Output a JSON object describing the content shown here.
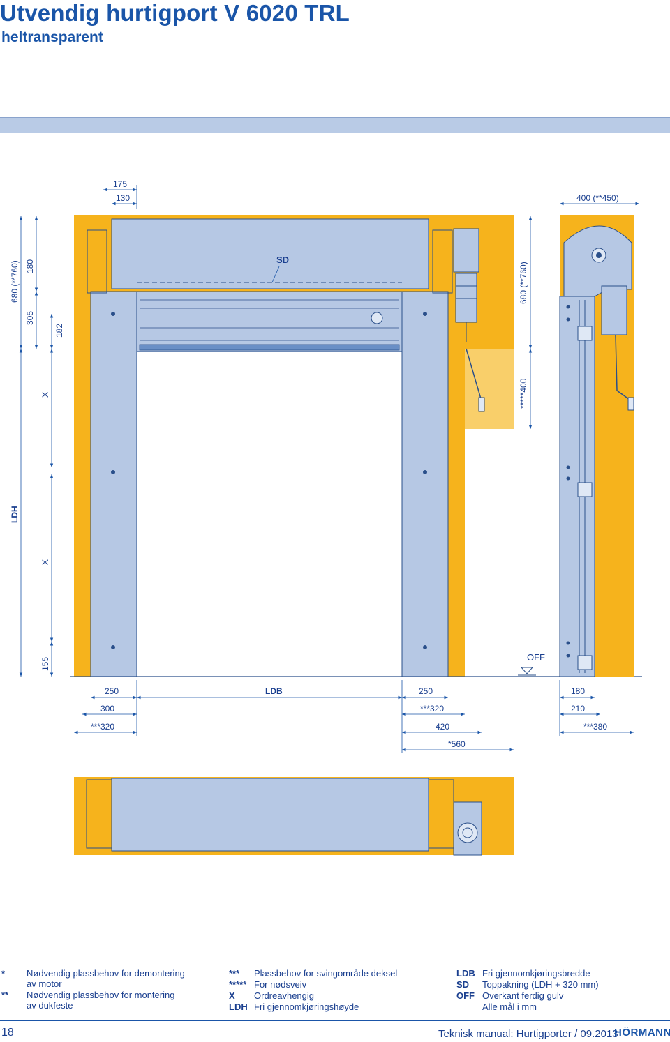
{
  "header": {
    "title": "Utvendig hurtigport V 6020 TRL",
    "subtitle": "heltransparent"
  },
  "dimensions": {
    "top_175": "175",
    "top_130": "130",
    "top_400": "400 (**450)",
    "left_680": "680 (**760)",
    "left_180": "180",
    "left_305": "305",
    "left_182": "182",
    "left_x1": "X",
    "left_ldh": "LDH",
    "left_x2": "X",
    "left_155": "155",
    "right_680": "680 (**760)",
    "right_400": "*****400",
    "sd": "SD",
    "off": "OFF",
    "b_250a": "250",
    "b_ldb": "LDB",
    "b_250b": "250",
    "b_180": "180",
    "b_300": "300",
    "b_320b": "***320",
    "b_210": "210",
    "b_320a": "***320",
    "b_420": "420",
    "b_380": "***380",
    "b_560": "*560"
  },
  "legend": {
    "col1": [
      {
        "key": "*",
        "text": "Nødvendig plassbehov for demontering",
        "text2": "av motor"
      },
      {
        "key": "**",
        "text": "Nødvendig plassbehov for montering",
        "text2": "av dukfeste"
      }
    ],
    "col2": [
      {
        "key": "***",
        "text": "Plassbehov for svingområde deksel"
      },
      {
        "key": "*****",
        "text": "For nødsveiv"
      },
      {
        "key": "X",
        "text": "Ordreavhengig"
      },
      {
        "key": "LDH",
        "text": "Fri gjennomkjøringshøyde"
      }
    ],
    "col3": [
      {
        "key": "LDB",
        "text": "Fri gjennomkjøringsbredde"
      },
      {
        "key": "SD",
        "text": "Toppakning (LDH + 320 mm)"
      },
      {
        "key": "OFF",
        "text": "Overkant ferdig gulv"
      },
      {
        "key": "",
        "text": "Alle mål i mm"
      }
    ]
  },
  "footer": {
    "page_number": "18",
    "manual_title": "Teknisk manual: Hurtigporter / 09.2013",
    "logo": "HÖRMANN"
  },
  "colors": {
    "wall": "#f6b31c",
    "wall_light": "#f9cf6a",
    "steel": "#b6c8e4",
    "line": "#1a55a8"
  }
}
